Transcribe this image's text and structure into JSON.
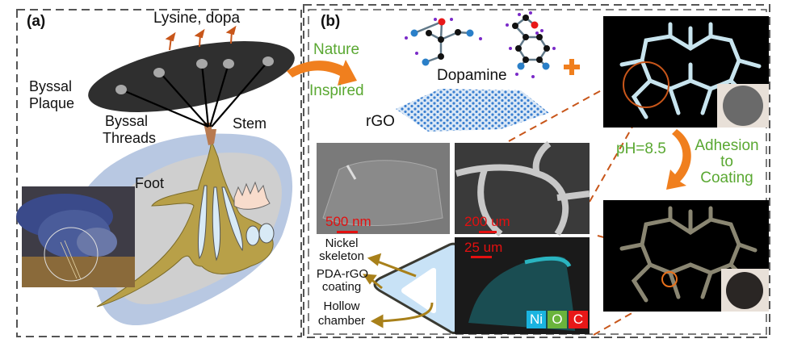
{
  "panels": {
    "a": {
      "label": "(a)",
      "annotations": {
        "lysine_dopa": "Lysine, dopa",
        "byssal_plaque_line1": "Byssal",
        "byssal_plaque_line2": "Plaque",
        "byssal_threads_line1": "Byssal",
        "byssal_threads_line2": "Threads",
        "stem": "Stem",
        "foot": "Foot"
      }
    },
    "b": {
      "label": "(b)",
      "arrow_text_top": "Nature",
      "arrow_text_bottom": "Inspired",
      "molecule_label": "Dopamine",
      "sheet_label": "rGO",
      "plus_sign": "+",
      "ph_label": "pH=8.5",
      "adhesion_line1": "Adhesion",
      "adhesion_line2": "to",
      "adhesion_line3": "Coating",
      "sem_scalebars": {
        "rgo": "500 nm",
        "foam": "200 um",
        "eds": "25 um"
      },
      "cross_section_labels": {
        "nickel_line1": "Nickel",
        "nickel_line2": "skeleton",
        "coating_line1": "PDA-rGO",
        "coating_line2": "coating",
        "hollow_line1": "Hollow",
        "hollow_line2": "chamber"
      },
      "eds_legend": [
        {
          "element": "Ni",
          "color": "#1ab4e0"
        },
        {
          "element": "O",
          "color": "#6ab43c"
        },
        {
          "element": "C",
          "color": "#e81818"
        }
      ]
    }
  },
  "colors": {
    "accent_orange": "#f07f1e",
    "text_green": "#5aa832",
    "dashed_orange": "#c8561a",
    "uncoated_skeleton": "#c8e4ee",
    "coated_skeleton": "#8a8672",
    "foot_olive": "#b8a048"
  }
}
